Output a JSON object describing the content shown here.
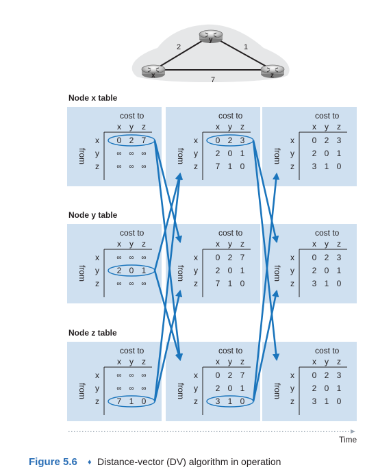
{
  "topology": {
    "nodes": [
      {
        "id": "x",
        "label": "x"
      },
      {
        "id": "y",
        "label": "y"
      },
      {
        "id": "z",
        "label": "z"
      }
    ],
    "links": [
      {
        "from": "x",
        "to": "y",
        "cost": "2"
      },
      {
        "from": "y",
        "to": "z",
        "cost": "1"
      },
      {
        "from": "x",
        "to": "z",
        "cost": "7"
      }
    ]
  },
  "table_common": {
    "cost_to_label": "cost to",
    "from_label": "from",
    "columns": [
      "x",
      "y",
      "z"
    ],
    "rows": [
      "x",
      "y",
      "z"
    ]
  },
  "node_tables": [
    {
      "title": "Node x table",
      "panels": [
        {
          "cells": [
            [
              "0",
              "2",
              "7"
            ],
            [
              "∞",
              "∞",
              "∞"
            ],
            [
              "∞",
              "∞",
              "∞"
            ]
          ],
          "highlight_row": 0
        },
        {
          "cells": [
            [
              "0",
              "2",
              "3"
            ],
            [
              "2",
              "0",
              "1"
            ],
            [
              "7",
              "1",
              "0"
            ]
          ],
          "highlight_row": 0
        },
        {
          "cells": [
            [
              "0",
              "2",
              "3"
            ],
            [
              "2",
              "0",
              "1"
            ],
            [
              "3",
              "1",
              "0"
            ]
          ],
          "highlight_row": null
        }
      ]
    },
    {
      "title": "Node y table",
      "panels": [
        {
          "cells": [
            [
              "∞",
              "∞",
              "∞"
            ],
            [
              "2",
              "0",
              "1"
            ],
            [
              "∞",
              "∞",
              "∞"
            ]
          ],
          "highlight_row": 1
        },
        {
          "cells": [
            [
              "0",
              "2",
              "7"
            ],
            [
              "2",
              "0",
              "1"
            ],
            [
              "7",
              "1",
              "0"
            ]
          ],
          "highlight_row": null
        },
        {
          "cells": [
            [
              "0",
              "2",
              "3"
            ],
            [
              "2",
              "0",
              "1"
            ],
            [
              "3",
              "1",
              "0"
            ]
          ],
          "highlight_row": null
        }
      ]
    },
    {
      "title": "Node z table",
      "panels": [
        {
          "cells": [
            [
              "∞",
              "∞",
              "∞"
            ],
            [
              "∞",
              "∞",
              "∞"
            ],
            [
              "7",
              "1",
              "0"
            ]
          ],
          "highlight_row": 2
        },
        {
          "cells": [
            [
              "0",
              "2",
              "7"
            ],
            [
              "2",
              "0",
              "1"
            ],
            [
              "3",
              "1",
              "0"
            ]
          ],
          "highlight_row": 2
        },
        {
          "cells": [
            [
              "0",
              "2",
              "3"
            ],
            [
              "2",
              "0",
              "1"
            ],
            [
              "3",
              "1",
              "0"
            ]
          ],
          "highlight_row": null
        }
      ]
    }
  ],
  "time_axis_label": "Time",
  "caption": {
    "figure_number": "Figure 5.6",
    "separator": "♦",
    "text": "Distance-vector (DV) algorithm in operation"
  },
  "colors": {
    "panel_fill": "#cfe0f0",
    "accent_blue": "#1b75bc",
    "caption_blue": "#2b6fb6",
    "text": "#231f20",
    "time_dots": "#9aa6b2"
  }
}
